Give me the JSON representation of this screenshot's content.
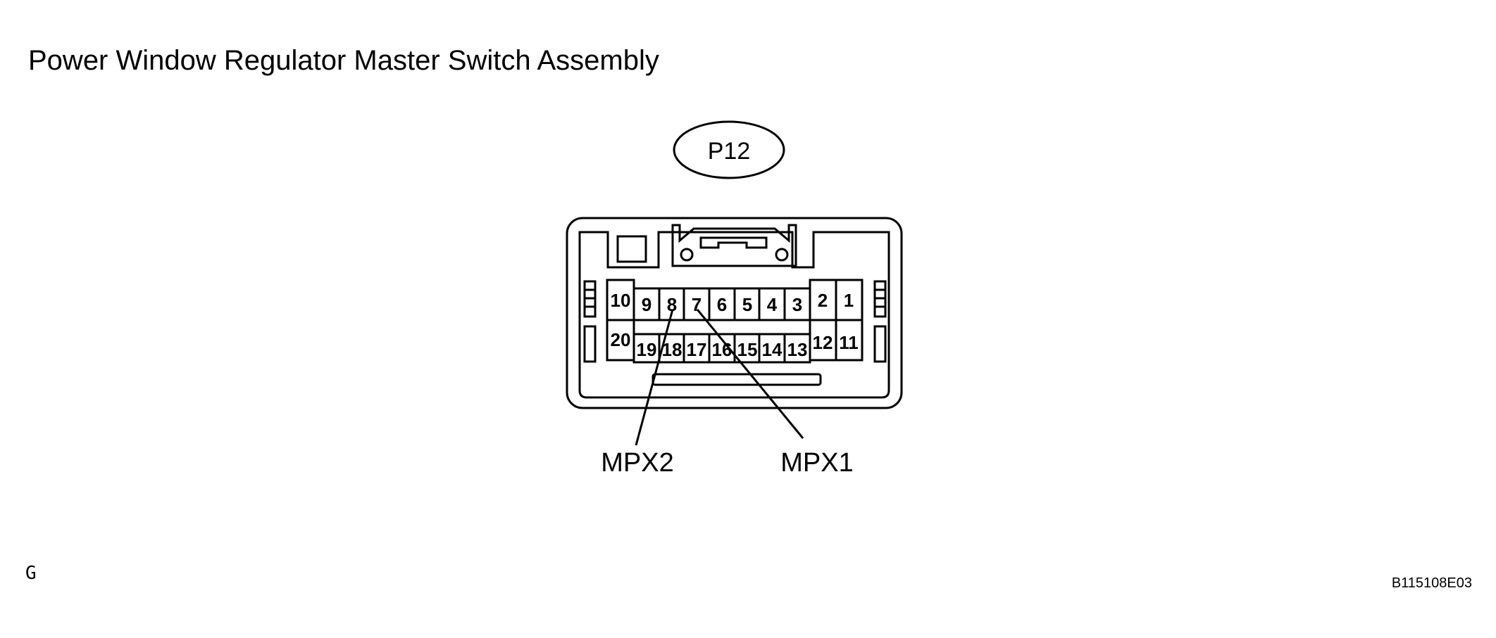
{
  "title": "Power Window Regulator Master Switch Assembly",
  "connector": {
    "code": "P12",
    "pins": {
      "p1": "1",
      "p2": "2",
      "p3": "3",
      "p4": "4",
      "p5": "5",
      "p6": "6",
      "p7": "7",
      "p8": "8",
      "p9": "9",
      "p10": "10",
      "p11": "11",
      "p12": "12",
      "p13": "13",
      "p14": "14",
      "p15": "15",
      "p16": "16",
      "p17": "17",
      "p18": "18",
      "p19": "19",
      "p20": "20"
    },
    "labels": {
      "mpx2": "MPX2",
      "mpx1": "MPX1"
    }
  },
  "footer": {
    "left_mark": "G",
    "figure_id": "B115108E03"
  }
}
